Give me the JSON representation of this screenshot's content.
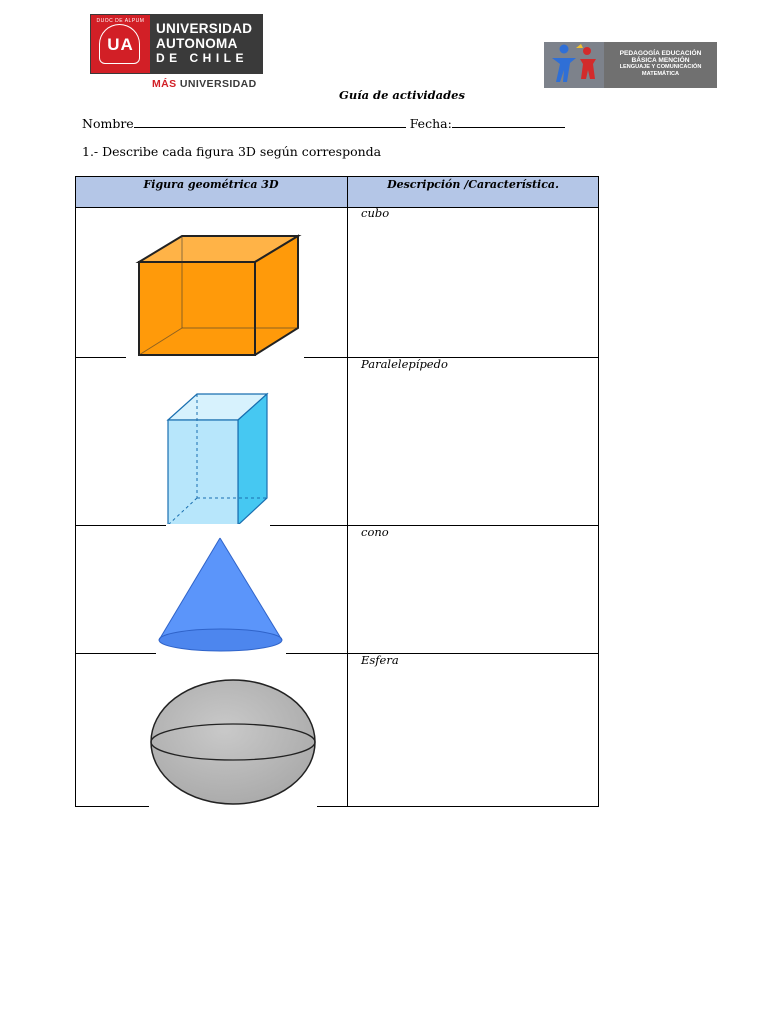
{
  "header": {
    "ua_logo": {
      "badge_text": "UA",
      "arc_text": "DUOC DE ALPUM",
      "name_lines": [
        "UNIVERSIDAD",
        "AUTONOMA",
        "DE CHILE"
      ],
      "tagline_accent": "MÁS",
      "tagline_rest": "UNIVERSIDAD",
      "colors": {
        "red": "#d21f26",
        "dark": "#3a3a3a"
      }
    },
    "program_logo": {
      "lines": [
        "PEDAGOGÍA EDUCACIÓN",
        "BÁSICA MENCIÓN",
        "LENGUAJE Y COMUNICACIÓN",
        "MATEMÁTICA"
      ],
      "icon": "education-figures-icon"
    }
  },
  "title": "Guía de actividades",
  "form": {
    "name_label": "Nombre",
    "date_label": "Fecha:"
  },
  "instruction": "1.- Describe cada figura 3D según corresponda",
  "table": {
    "header_color": "#b4c6e7",
    "columns": [
      "Figura geométrica 3D",
      "Descripción /Característica."
    ],
    "rows": [
      {
        "figure": "cube-icon",
        "description": "cubo",
        "color": "#ff9a0a"
      },
      {
        "figure": "rectangular-prism-icon",
        "description": "Paralelepípedo",
        "color": "#b7e6fb"
      },
      {
        "figure": "cone-icon",
        "description": "cono",
        "color": "#5b95fa"
      },
      {
        "figure": "sphere-icon",
        "description": "Esfera",
        "color": "#bcbcbc"
      }
    ]
  }
}
